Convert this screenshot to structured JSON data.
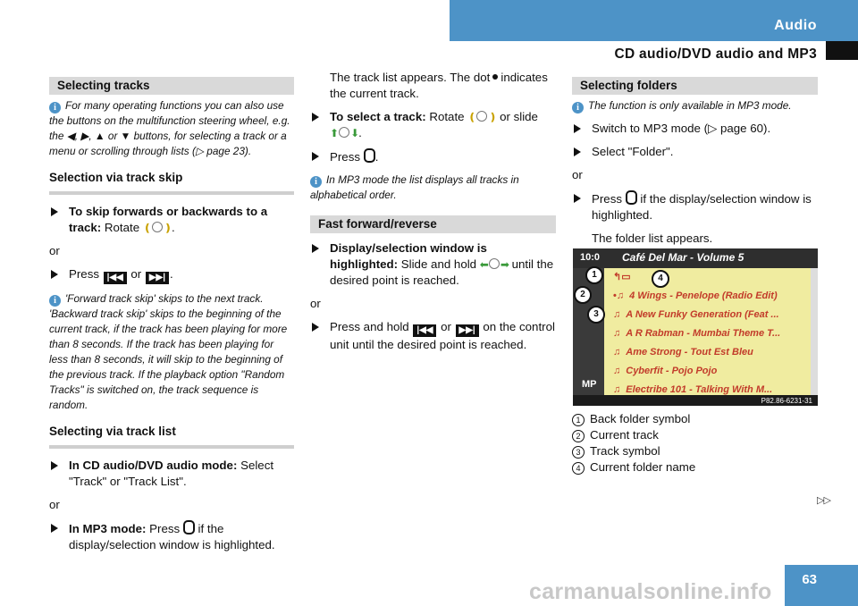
{
  "header": {
    "title": "Audio",
    "subtitle": "CD audio/DVD audio and MP3",
    "page_number": "63",
    "continue_marker": "▷▷"
  },
  "watermark": "carmanualsonline.info",
  "col1": {
    "section_title": "Selecting tracks",
    "info_note": "For many operating functions you can also use the buttons on the multifunction steering wheel, e.g. the ◀, ▶, ▲ or ▼ buttons, for selecting a track or a menu or scrolling through lists (▷ page 23).",
    "sub1": "Selection via track skip",
    "step1_bold": "To skip forwards or backwards to a track:",
    "step1_text": "Rotate",
    "or1": "or",
    "step2_text": "Press",
    "step2_or": "or",
    "note2": "'Forward track skip' skips to the next track. 'Backward track skip' skips to the beginning of the current track, if the track has been playing for more than 8 seconds. If the track has been playing for less than 8 seconds, it will skip to the beginning of the previous track. If the playback option \"Random Tracks\" is switched on, the track sequence is random.",
    "sub2": "Selecting via track list",
    "step3_bold": "In CD audio/DVD audio mode:",
    "step3_text": "Select \"Track\" or \"Track List\".",
    "or2": "or",
    "step4_bold": "In MP3 mode:",
    "step4_text": "Press",
    "step4_text2": "if the display/selection window is highlighted."
  },
  "col2": {
    "list_appears_a": "The track list appears. The dot",
    "list_appears_b": "indicates the current track.",
    "step5_bold": "To select a track:",
    "step5_text": "Rotate",
    "step5_or": "or slide",
    "step6_text": "Press",
    "mp3_note": "In MP3 mode the list displays all tracks in alphabetical order.",
    "section_title": "Fast forward/reverse",
    "step7_bold": "Display/selection window is highlighted:",
    "step7_text": "Slide and hold",
    "step7_text2": "until the desired point is reached.",
    "or3": "or",
    "step8_text": "Press and hold",
    "step8_or": "or",
    "step8_text2": "on the control unit until the desired point is reached."
  },
  "col3": {
    "section_title": "Selecting folders",
    "info_note": "The function is only available in MP3 mode.",
    "step9": "Switch to MP3 mode (▷ page 60).",
    "step10": "Select \"Folder\".",
    "or4": "or",
    "step11_text": "Press",
    "step11_text2": "if the display/selection window is highlighted.",
    "folder_appears": "The folder list appears.",
    "legend": [
      {
        "num": "1",
        "label": "Back folder symbol"
      },
      {
        "num": "2",
        "label": "Current track"
      },
      {
        "num": "3",
        "label": "Track symbol"
      },
      {
        "num": "4",
        "label": "Current folder name"
      }
    ]
  },
  "screen": {
    "time": "10:0",
    "folder_name": "Café Del Mar - Volume 5",
    "tracks": [
      "4 Wings - Penelope (Radio Edit)",
      "A New Funky Generation (Feat ...",
      "A R Rabman - Mumbai Theme T...",
      "Ame Strong - Tout Est Bleu",
      "Cyberfit - Pojo Pojo",
      "Electribe 101 - Talking With M..."
    ],
    "mode_label": "MP",
    "image_code": "P82.86-6231-31"
  }
}
